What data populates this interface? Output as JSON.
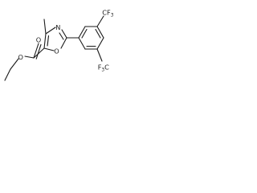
{
  "molecule": {
    "atoms": {
      "ring_nitrogen": "N",
      "ring_oxygen": "O",
      "carbonyl_oxygen": "O",
      "ester_oxygen": "O"
    },
    "substituents": {
      "cf3_top": "CF",
      "cf3_top_sub": "3",
      "cf3_bottom": "F",
      "cf3_bottom_sub": "3",
      "cf3_bottom_suffix": "C"
    },
    "colors": {
      "bond": "#1a1a1a",
      "background": "#ffffff"
    }
  }
}
